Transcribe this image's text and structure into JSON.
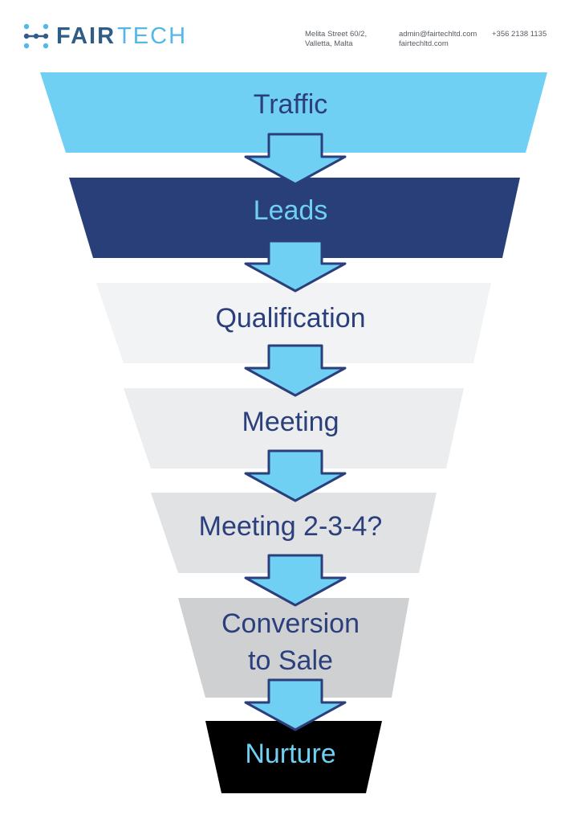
{
  "header": {
    "logo_word_1": "FAIR",
    "logo_word_2": "TECH",
    "address_line_1": "Melita Street 60/2,",
    "address_line_2": "Valletta, Malta",
    "email": "admin@fairtechltd.com",
    "website": "fairtechltd.com",
    "phone": "+356 2138 1135"
  },
  "colors": {
    "brand_dark": "#2f5d86",
    "brand_light": "#52b8e6",
    "arrow_fill": "#6fd0f3",
    "arrow_stroke": "#2b3f7c",
    "label_dark": "#2b3f7c",
    "label_light": "#6fd0f3"
  },
  "funnel": {
    "stages": [
      {
        "label": "Traffic",
        "fill": "#6fd0f3",
        "text_color": "#2b3f7c"
      },
      {
        "label": "Leads",
        "fill": "#293f7a",
        "text_color": "#6fd0f3"
      },
      {
        "label": "Qualification",
        "fill": "#f2f3f4",
        "text_color": "#2b3f7c"
      },
      {
        "label": "Meeting",
        "fill": "#ebedee",
        "text_color": "#2b3f7c"
      },
      {
        "label": "Meeting 2-3-4?",
        "fill": "#e1e2e4",
        "text_color": "#2b3f7c"
      },
      {
        "label_line_1": "Conversion",
        "label_line_2": "to Sale",
        "fill": "#cfd0d2",
        "text_color": "#2b3f7c"
      },
      {
        "label": "Nurture",
        "fill": "#000000",
        "text_color": "#6fd0f3"
      }
    ]
  }
}
